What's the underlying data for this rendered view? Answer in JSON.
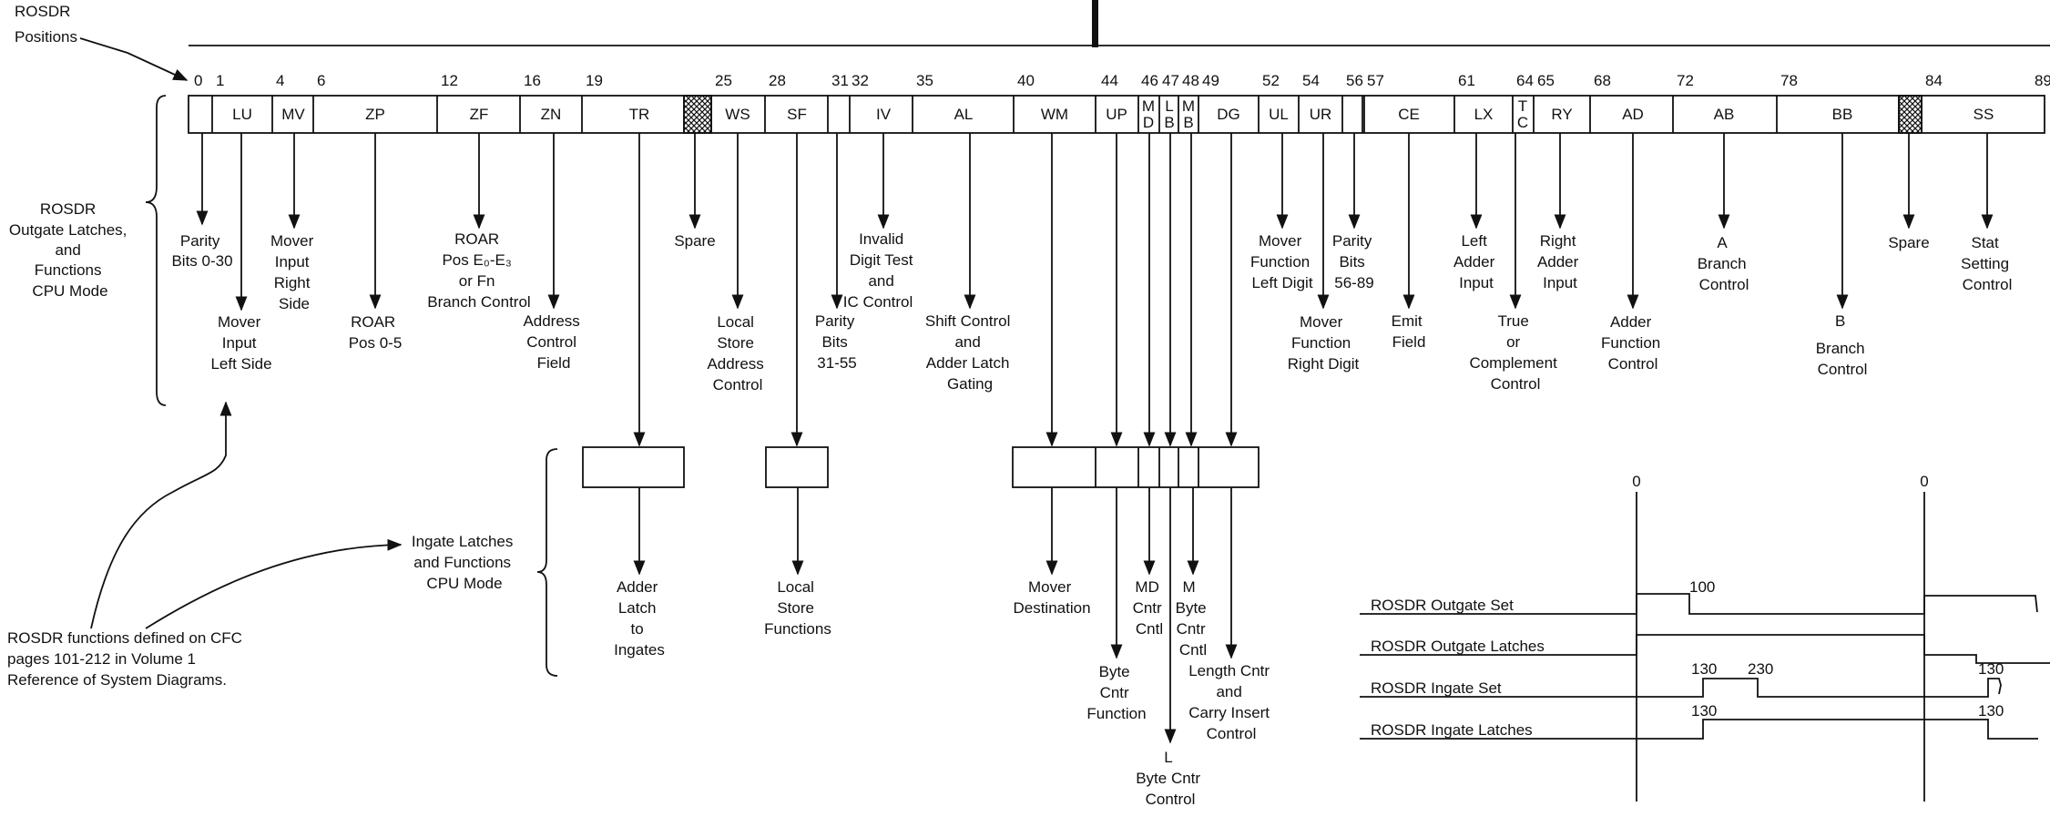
{
  "header": {
    "rosdr_positions": [
      "ROSDR",
      "Positions"
    ],
    "outgate_title": [
      "ROSDR",
      "Outgate Latches,",
      "and",
      "Functions",
      "CPU Mode"
    ],
    "ingate_title": [
      "Ingate Latches",
      "and Functions",
      "CPU Mode"
    ],
    "note": [
      "ROSDR functions defined on CFC",
      "pages 101-212 in Volume 1",
      "Reference of System Diagrams."
    ]
  },
  "bit_positions": [
    "0",
    "1",
    "4",
    "6",
    "12",
    "16",
    "19",
    "25",
    "28",
    "31",
    "32",
    "35",
    "40",
    "44",
    "46",
    "47",
    "48",
    "49",
    "52",
    "54",
    "56",
    "57",
    "61",
    "64",
    "65",
    "68",
    "72",
    "78",
    "84",
    "89"
  ],
  "fields": [
    "LU",
    "MV",
    "ZP",
    "ZF",
    "ZN",
    "TR",
    "WS",
    "SF",
    "IV",
    "AL",
    "WM",
    "UP",
    "MD",
    "LB",
    "MB",
    "DG",
    "UL",
    "UR",
    "CE",
    "LX",
    "TC",
    "RY",
    "AD",
    "AB",
    "BB",
    "SS"
  ],
  "outgate_functions": {
    "parity_0_30": [
      "Parity",
      "Bits 0-30"
    ],
    "lu": [
      "Mover",
      "Input",
      "Left Side"
    ],
    "mv": [
      "Mover",
      "Input",
      "Right",
      "Side"
    ],
    "zp": [
      "ROAR",
      "Pos 0-5"
    ],
    "zf": [
      "ROAR",
      "Pos E₀-E₃",
      "or Fn",
      "Branch Control"
    ],
    "zn": [
      "Address",
      "Control",
      "Field"
    ],
    "spare1": [
      "Spare"
    ],
    "ws": [
      "Local",
      "Store",
      "Address",
      "Control"
    ],
    "parity_31_55": [
      "Parity",
      "Bits",
      "31-55"
    ],
    "iv": [
      "Invalid",
      "Digit Test",
      "and",
      "IC Control"
    ],
    "al": [
      "Shift Control",
      "and",
      "Adder Latch",
      "Gating"
    ],
    "ul": [
      "Mover",
      "Function",
      "Left Digit"
    ],
    "ur": [
      "Mover",
      "Function",
      "Right Digit"
    ],
    "parity_56_89": [
      "Parity",
      "Bits",
      "56-89"
    ],
    "ce": [
      "Emit",
      "Field"
    ],
    "lx": [
      "Left",
      "Adder",
      "Input"
    ],
    "tc": [
      "True",
      "or",
      "Complement",
      "Control"
    ],
    "ry": [
      "Right",
      "Adder",
      "Input"
    ],
    "ad": [
      "Adder",
      "Function",
      "Control"
    ],
    "ab": [
      "A",
      "Branch",
      "Control"
    ],
    "bb": [
      "B",
      "Branch",
      "Control"
    ],
    "spare2": [
      "Spare"
    ],
    "ss": [
      "Stat",
      "Setting",
      "Control"
    ]
  },
  "ingate_functions": {
    "tr": [
      "Adder",
      "Latch",
      "to",
      "Ingates"
    ],
    "sf": [
      "Local",
      "Store",
      "Functions"
    ],
    "wm": [
      "Mover",
      "Destination"
    ],
    "up": [
      "Byte",
      "Cntr",
      "Function"
    ],
    "md": [
      "MD",
      "Cntr",
      "Cntl"
    ],
    "lb": [
      "L",
      "Byte Cntr",
      "Control"
    ],
    "mb": [
      "M",
      "Byte",
      "Cntr",
      "Cntl"
    ],
    "dg": [
      "Length Cntr",
      "and",
      "Carry Insert",
      "Control"
    ]
  },
  "timing": {
    "axis_labels": [
      "0",
      "0"
    ],
    "time_labels": [
      "100",
      "130",
      "230",
      "130",
      "130",
      "130"
    ],
    "signals": [
      "ROSDR Outgate Set",
      "ROSDR Outgate Latches",
      "ROSDR Ingate Set",
      "ROSDR Ingate Latches"
    ]
  }
}
